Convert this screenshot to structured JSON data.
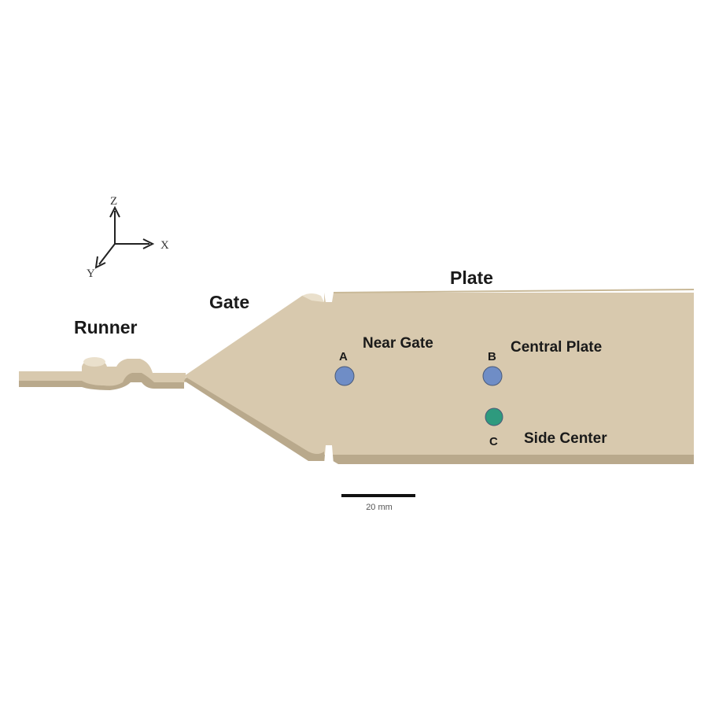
{
  "axes": {
    "z": "Z",
    "x": "X",
    "y": "Y"
  },
  "labels": {
    "runner": "Runner",
    "gate": "Gate",
    "plate": "Plate",
    "near_gate": "Near Gate",
    "central_plate": "Central Plate",
    "side_center": "Side Center"
  },
  "points": {
    "a": {
      "letter": "A",
      "color": "#6f8dc6"
    },
    "b": {
      "letter": "B",
      "color": "#6f8dc6"
    },
    "c": {
      "letter": "C",
      "color": "#2e9a7e"
    }
  },
  "scale_bar": {
    "label": "20 mm"
  },
  "colors": {
    "part_fill": "#d8c9ae",
    "part_shadow": "#b9a98c",
    "part_light": "#eae0cc"
  }
}
